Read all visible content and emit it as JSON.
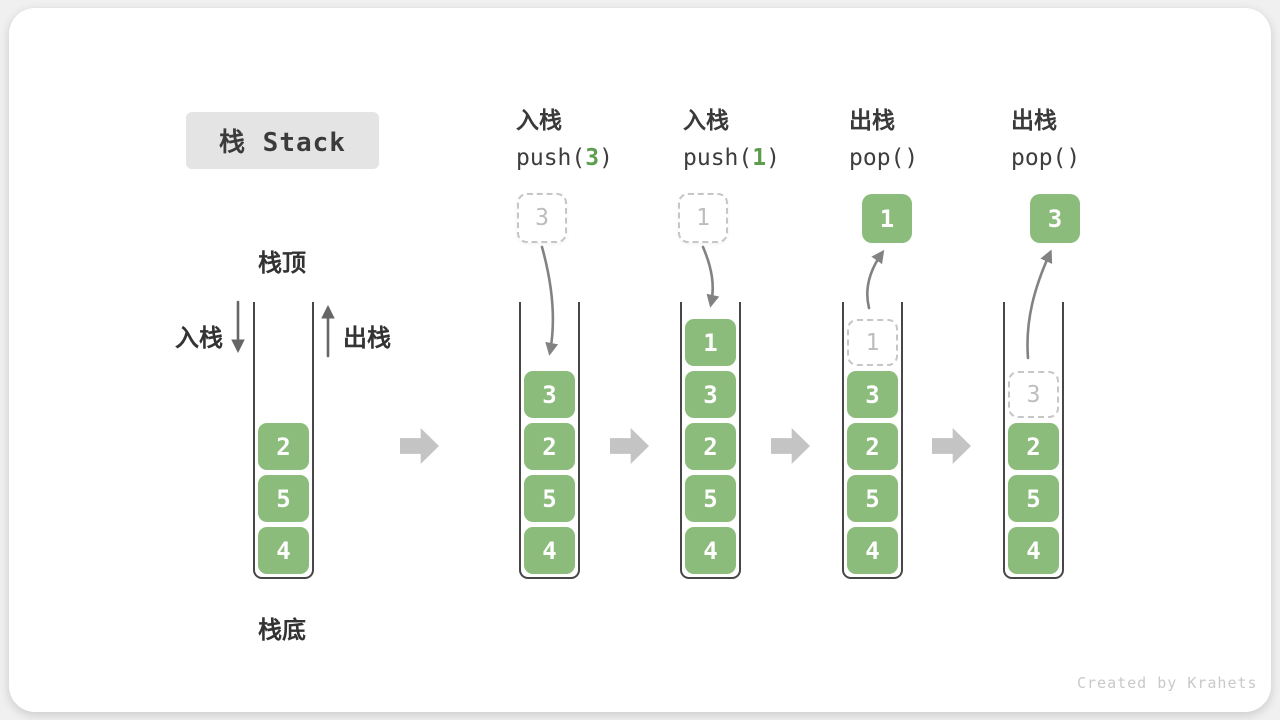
{
  "title": "栈 Stack",
  "labels": {
    "stack_top": "栈顶",
    "stack_bottom": "栈底",
    "push_cn": "入栈",
    "pop_cn": "出栈"
  },
  "operations": [
    {
      "cn": "入栈",
      "fn": "push(",
      "arg": "3",
      "close": ")"
    },
    {
      "cn": "入栈",
      "fn": "push(",
      "arg": "1",
      "close": ")"
    },
    {
      "cn": "出栈",
      "fn": "pop(",
      "arg": "",
      "close": ")"
    },
    {
      "cn": "出栈",
      "fn": "pop(",
      "arg": "",
      "close": ")"
    }
  ],
  "stacks": [
    {
      "cells": [
        "2",
        "5",
        "4"
      ]
    },
    {
      "floating": "3",
      "cells": [
        "3",
        "2",
        "5",
        "4"
      ]
    },
    {
      "floating": "1",
      "cells": [
        "1",
        "3",
        "2",
        "5",
        "4"
      ]
    },
    {
      "floating": "1",
      "ghost": "1",
      "cells": [
        "3",
        "2",
        "5",
        "4"
      ]
    },
    {
      "floating": "3",
      "ghost": "3",
      "cells": [
        "2",
        "5",
        "4"
      ]
    }
  ],
  "watermark": "Created by Krahets",
  "colors": {
    "cell_green": "#8bbc7b",
    "accent_green": "#5c9e4d",
    "block_arrow_gray": "#c4c4c4",
    "title_box_bg": "#e4e4e4"
  }
}
